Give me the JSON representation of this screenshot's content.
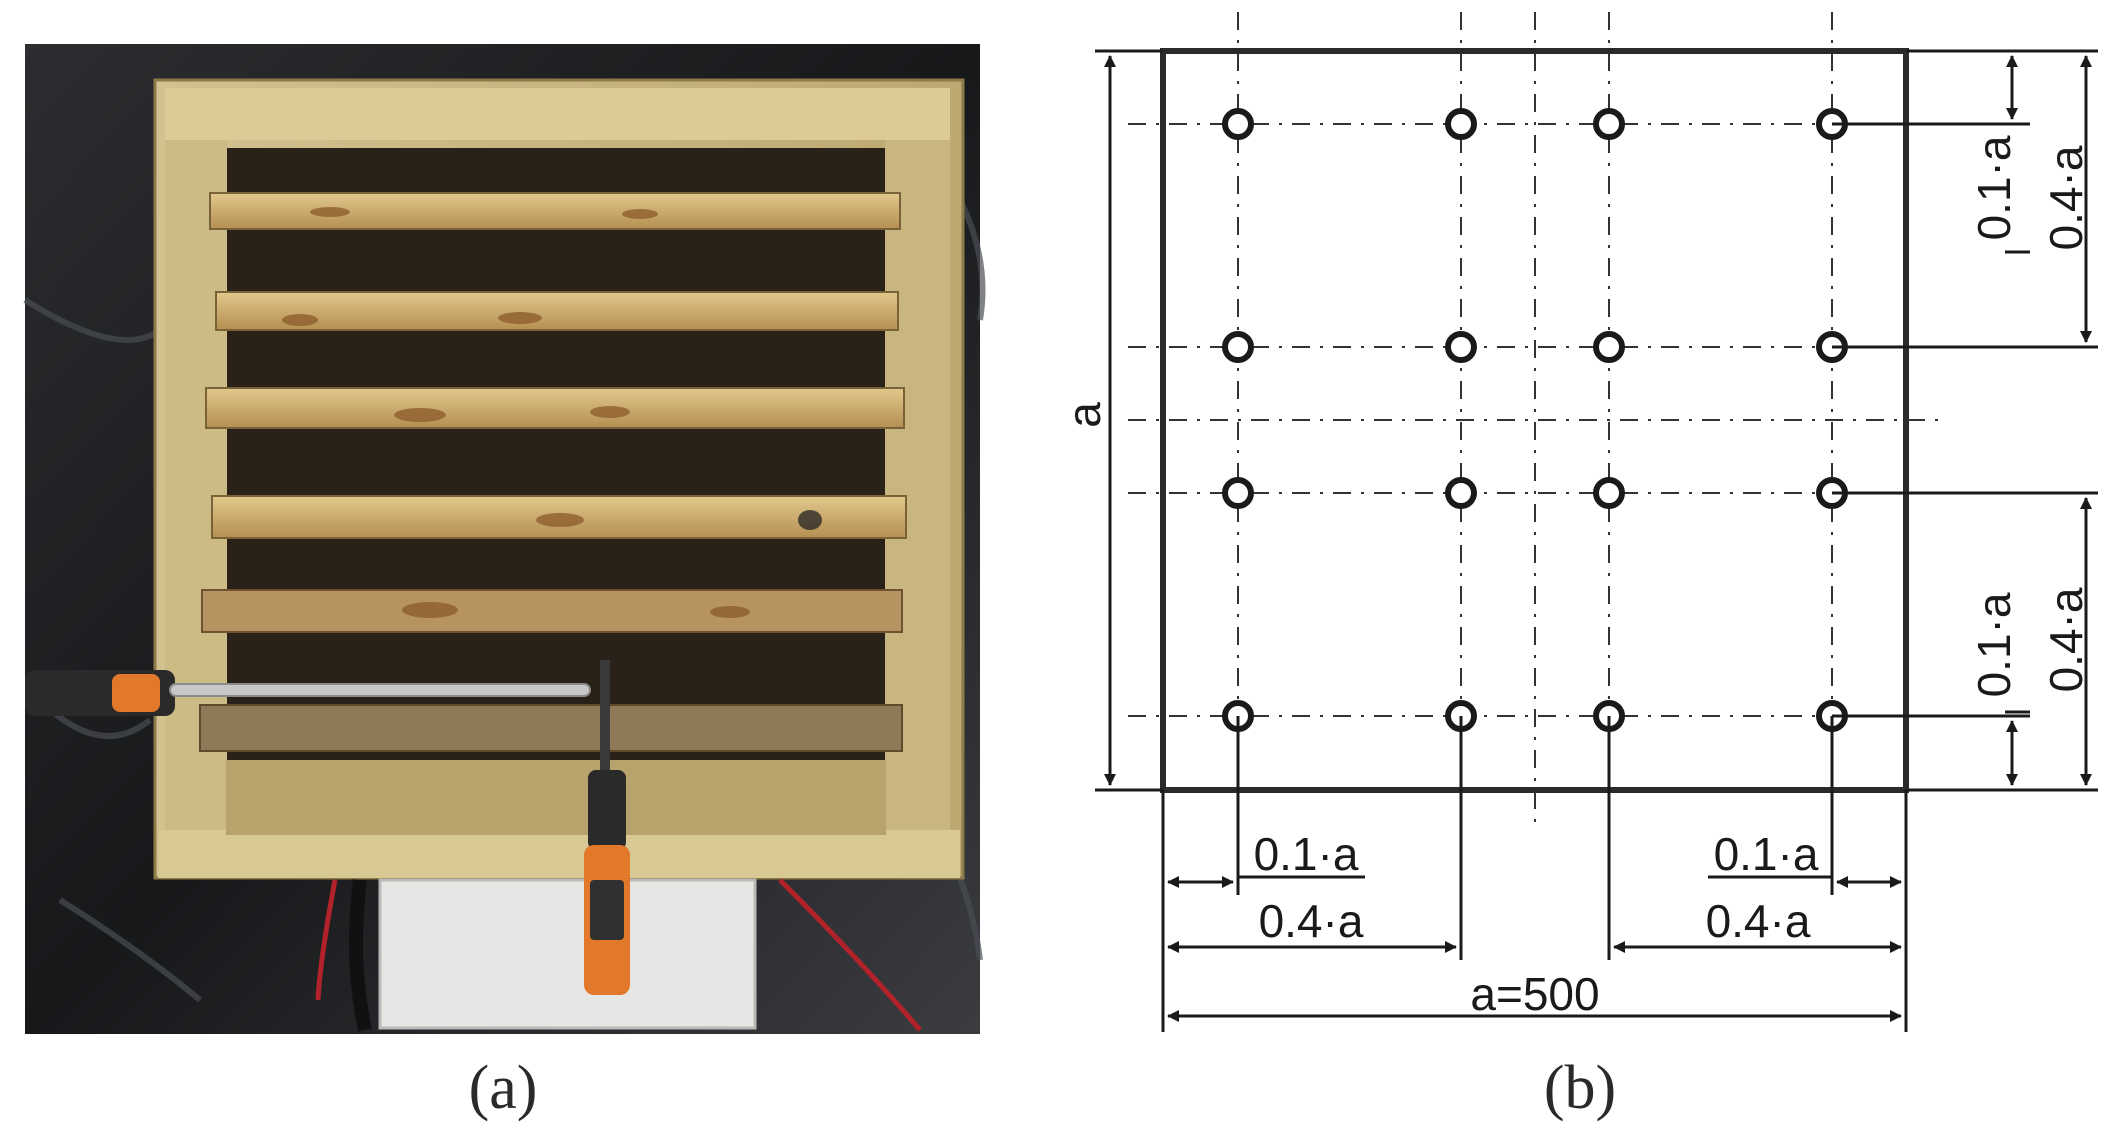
{
  "panel_a": {
    "caption": "(a)"
  },
  "panel_b": {
    "caption": "(b)",
    "side_symbol": "a",
    "total_dimension": "a=500",
    "inner_offset_label": "0.1·a",
    "outer_offset_label": "0.4·a"
  }
}
